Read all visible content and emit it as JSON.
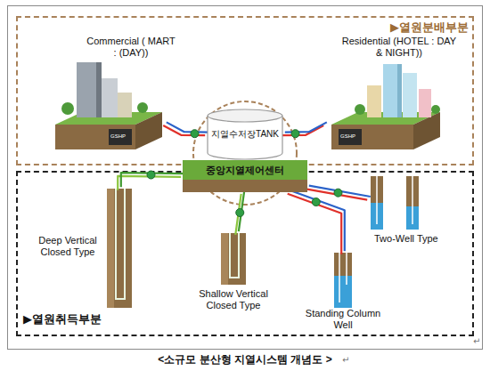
{
  "diagram": {
    "caption": "<소규모 분산형 지열시스템 개념도 >",
    "nodes": [
      {
        "text": [
          "▶열원분배부분"
        ]
      },
      {
        "text": [
          "Commercial ( MART : (DAY))"
        ],
        "in": 0
      },
      {
        "text": [
          "Residential (HOTEL : DAY & NIGHT))"
        ],
        "in": 0
      },
      {
        "text": [
          "지열수저장TANK"
        ]
      },
      {
        "text": [
          "중앙지열제어센터"
        ]
      },
      {
        "text": [
          "▶열원취득부분"
        ]
      },
      {
        "text": [
          "Deep Vertical Closed Type"
        ],
        "in": 5
      },
      {
        "text": [
          "Shallow Vertical Closed Type"
        ],
        "in": 5
      },
      {
        "text": [
          "Two-Well Type"
        ],
        "in": 5
      },
      {
        "text": [
          "Standing Column Well"
        ],
        "in": 5
      }
    ],
    "edges": [
      {
        "from": 1,
        "to": 3,
        "arrow": "none"
      },
      {
        "from": 2,
        "to": 3,
        "arrow": "none"
      },
      {
        "from": 4,
        "to": 6,
        "arrow": "none"
      },
      {
        "from": 4,
        "to": 7,
        "arrow": "none"
      },
      {
        "from": 4,
        "to": 8,
        "arrow": "none"
      },
      {
        "from": 4,
        "to": 9,
        "arrow": "none"
      }
    ],
    "labels": [
      "GSHP",
      "GSHP",
      "↵",
      "↵"
    ]
  }
}
